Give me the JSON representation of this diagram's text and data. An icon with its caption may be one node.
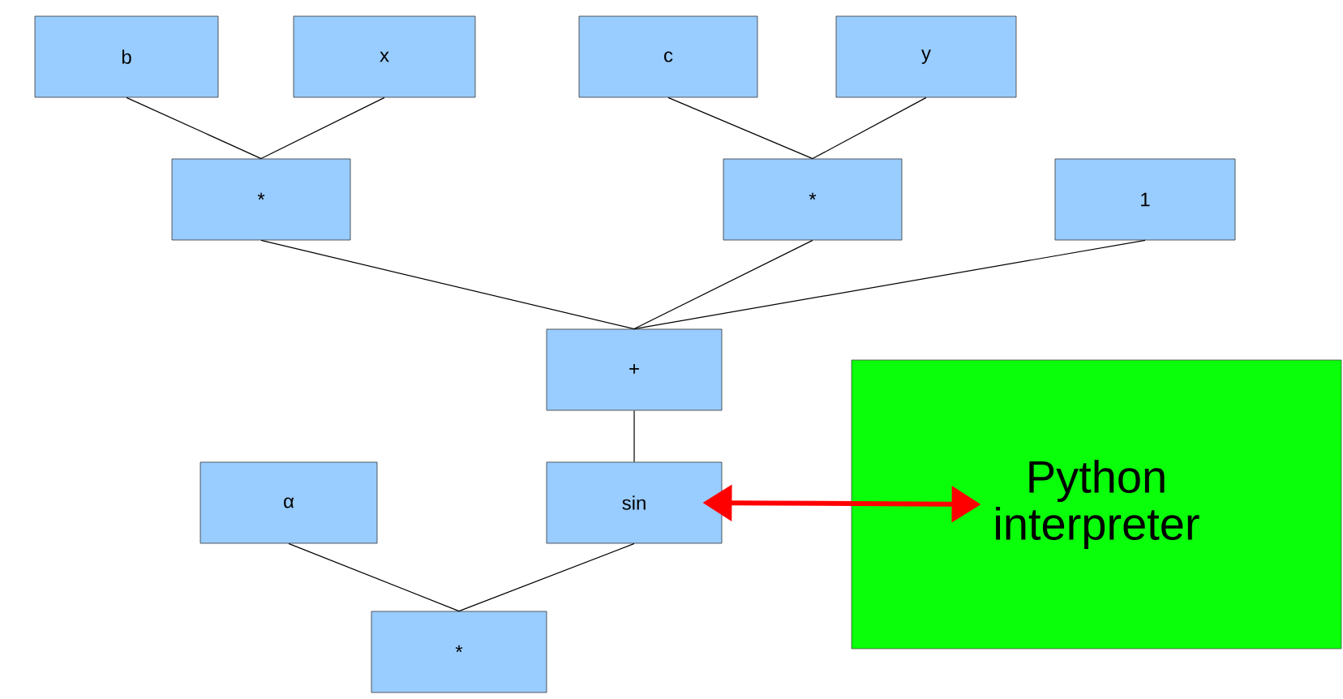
{
  "diagram": {
    "nodes": [
      {
        "text": [
          "b"
        ]
      },
      {
        "text": [
          "x"
        ]
      },
      {
        "text": [
          "c"
        ]
      },
      {
        "text": [
          "y"
        ]
      },
      {
        "text": [
          "*"
        ]
      },
      {
        "text": [
          "*"
        ]
      },
      {
        "text": [
          "1"
        ]
      },
      {
        "text": [
          "+"
        ]
      },
      {
        "text": [
          "α"
        ]
      },
      {
        "text": [
          "sin"
        ]
      },
      {
        "text": [
          "Python interpreter"
        ]
      },
      {
        "text": [
          "*"
        ]
      }
    ],
    "edges": [
      {
        "from": 0,
        "to": 4,
        "arrow": "none"
      },
      {
        "from": 1,
        "to": 4,
        "arrow": "none"
      },
      {
        "from": 2,
        "to": 5,
        "arrow": "none"
      },
      {
        "from": 3,
        "to": 5,
        "arrow": "none"
      },
      {
        "from": 4,
        "to": 7,
        "arrow": "none"
      },
      {
        "from": 5,
        "to": 7,
        "arrow": "none"
      },
      {
        "from": 6,
        "to": 7,
        "arrow": "none"
      },
      {
        "from": 7,
        "to": 9,
        "arrow": "none"
      },
      {
        "from": 8,
        "to": 11,
        "arrow": "none"
      },
      {
        "from": 9,
        "to": 11,
        "arrow": "none"
      },
      {
        "from": 9,
        "to": 10,
        "arrow": "both",
        "style": "thick",
        "color": "#ff0000"
      }
    ]
  }
}
